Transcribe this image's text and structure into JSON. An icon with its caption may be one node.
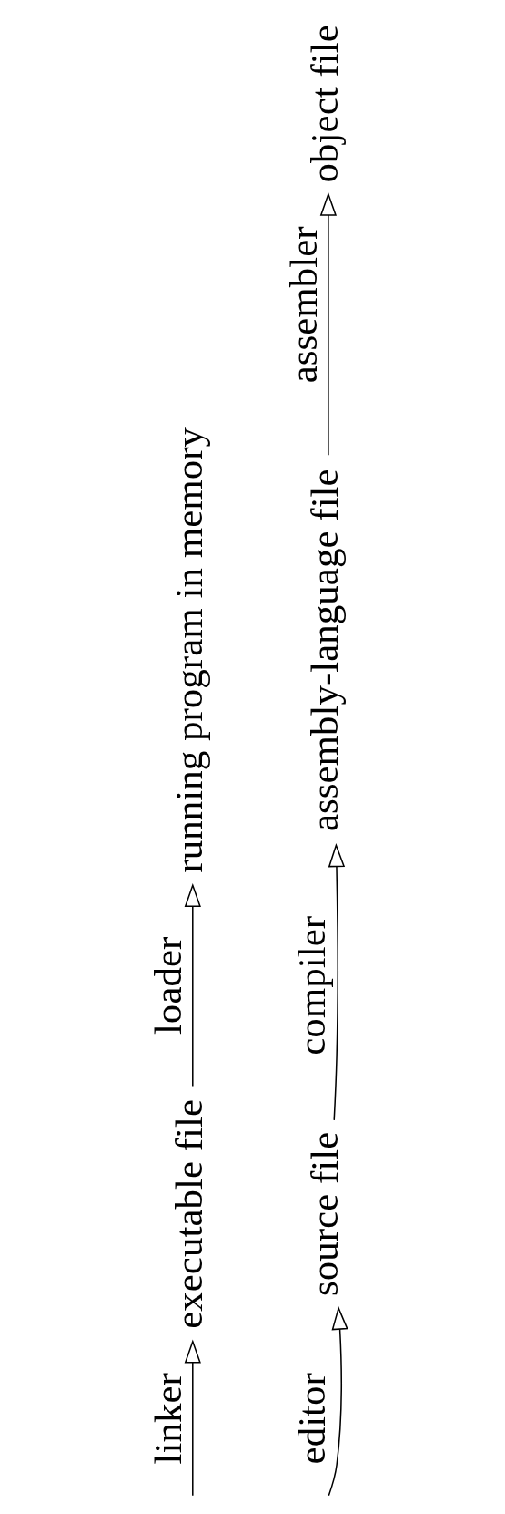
{
  "diagram": {
    "nodes": [
      {
        "text": [
          "source file"
        ]
      },
      {
        "text": [
          "assembly-language file"
        ]
      },
      {
        "text": [
          "object file"
        ]
      },
      {
        "text": [
          "executable file"
        ]
      },
      {
        "text": [
          "running program in memory"
        ]
      }
    ],
    "edges": [
      {
        "from": null,
        "to": 0,
        "arrow": "to",
        "label": "editor"
      },
      {
        "from": 0,
        "to": 1,
        "arrow": "to",
        "label": "compiler"
      },
      {
        "from": 1,
        "to": 2,
        "arrow": "to",
        "label": "assembler"
      },
      {
        "from": null,
        "to": 3,
        "arrow": "to",
        "label": "linker"
      },
      {
        "from": 3,
        "to": 4,
        "arrow": "to",
        "label": "loader"
      }
    ]
  }
}
